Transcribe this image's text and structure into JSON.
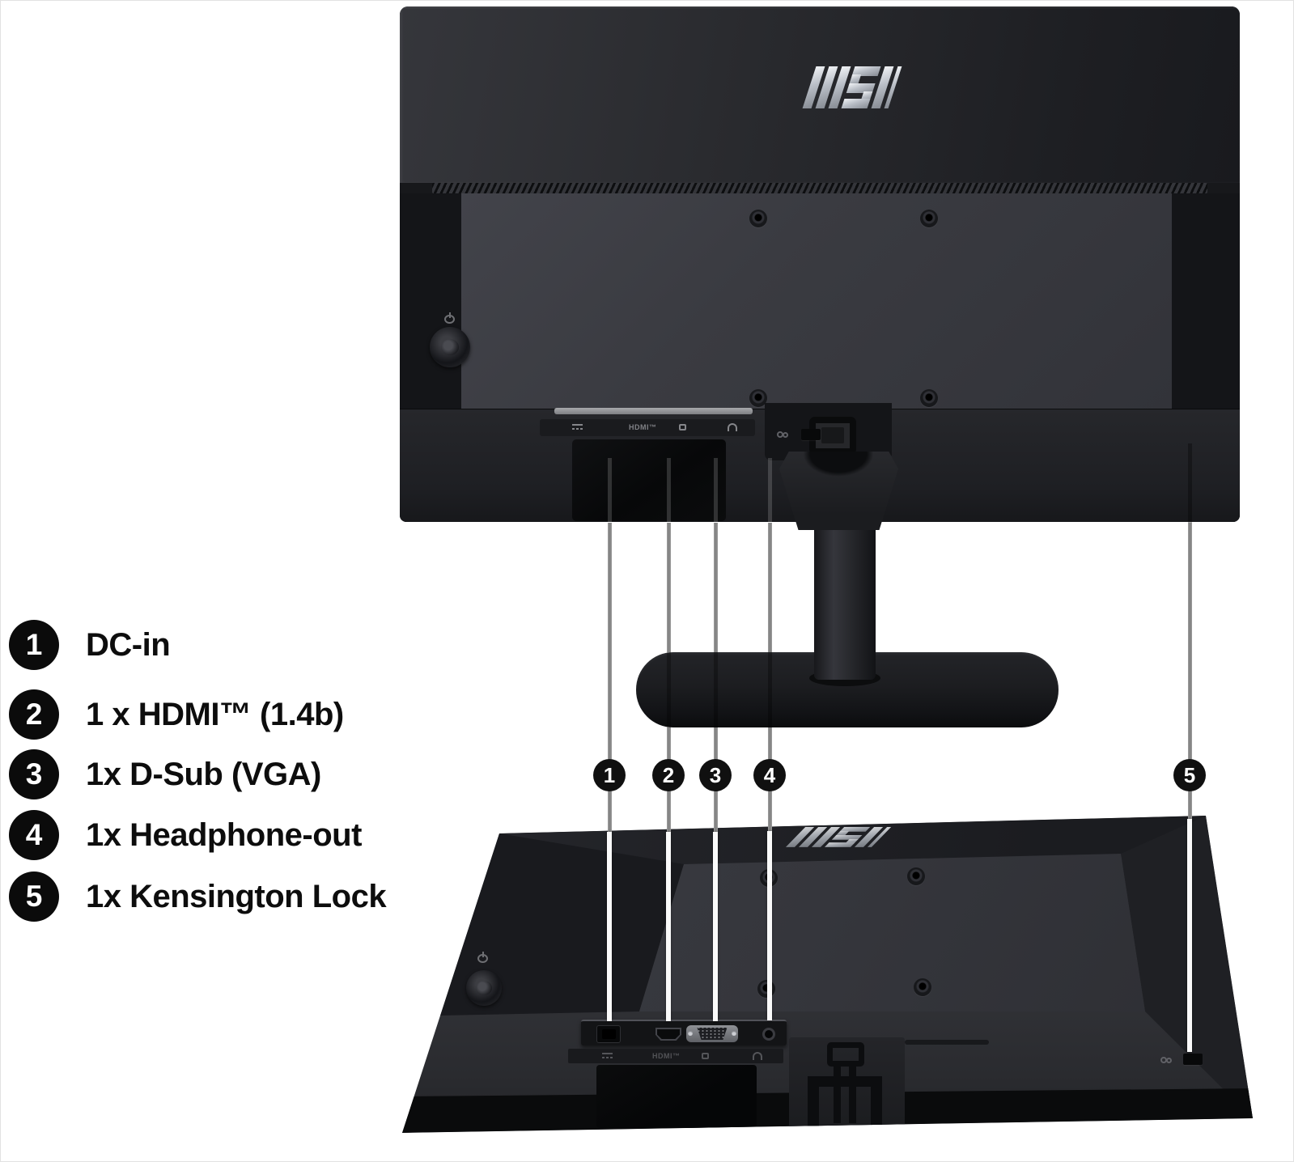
{
  "brand": "MSI",
  "legend": {
    "items": [
      {
        "num": "1",
        "label": "DC-in"
      },
      {
        "num": "2",
        "label": "1 x HDMI™ (1.4b)"
      },
      {
        "num": "3",
        "label": "1x D-Sub (VGA)"
      },
      {
        "num": "4",
        "label": "1x Headphone-out"
      },
      {
        "num": "5",
        "label": "1x Kensington Lock"
      }
    ]
  },
  "callouts": [
    "1",
    "2",
    "3",
    "4",
    "5"
  ],
  "ports": {
    "hdmi_label": "HDMI™",
    "icons": [
      "dc-power-icon",
      "hdmi-label",
      "d-sub-icon",
      "headphone-icon"
    ],
    "kensington_icon": "kensington-lock-icon",
    "power_icon": "power-icon"
  },
  "colors": {
    "background": "#ffffff",
    "monitor_dark": "#1d1e22",
    "vesa_panel": "#3a3b41",
    "logo_silver": "#c9cdd4",
    "callout_black": "#0d0d0d",
    "line_grey": "#8f8f8f",
    "line_white": "#fafafa"
  }
}
